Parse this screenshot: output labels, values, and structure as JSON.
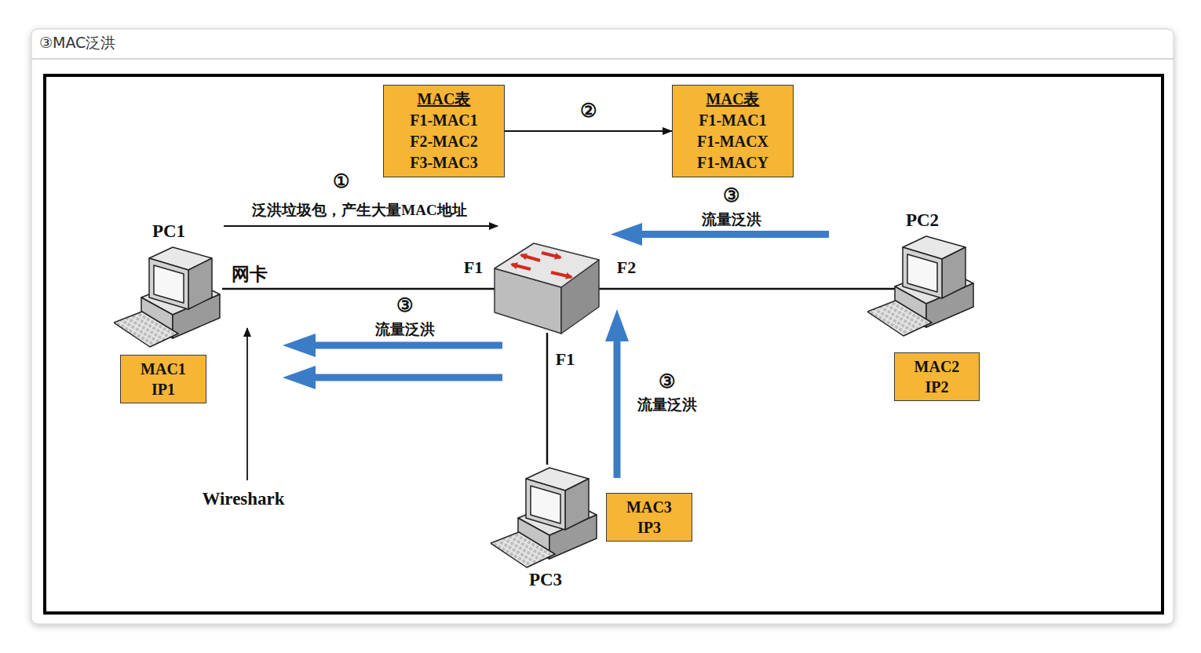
{
  "diagram": {
    "nodes": [
      {
        "text": [
          "MAC表",
          "F1-MAC1",
          "F2-MAC2",
          "F3-MAC3"
        ]
      },
      {
        "text": [
          "MAC表",
          "F1-MAC1",
          "F1-MACX",
          "F1-MACY"
        ]
      },
      {
        "text": [
          "PC1"
        ]
      },
      {
        "text": [
          "PC2"
        ]
      },
      {
        "text": [
          "MAC1",
          "IP1"
        ]
      },
      {
        "text": [
          "MAC2",
          "IP2"
        ]
      },
      {
        "text": [
          "PC3"
        ]
      },
      {
        "text": [
          "MAC3",
          "IP3"
        ]
      }
    ],
    "edges": [
      {
        "from": 0,
        "to": 1,
        "arrow": "to",
        "label": "②"
      }
    ],
    "labels": [
      "③MAC泛洪",
      "①",
      "泛洪垃圾包，产生大量MAC地址",
      "③",
      "流量泛洪",
      "网卡",
      "F1",
      "F2",
      "③",
      "流量泛洪",
      "F1",
      "③",
      "流量泛洪",
      "Wireshark"
    ]
  }
}
